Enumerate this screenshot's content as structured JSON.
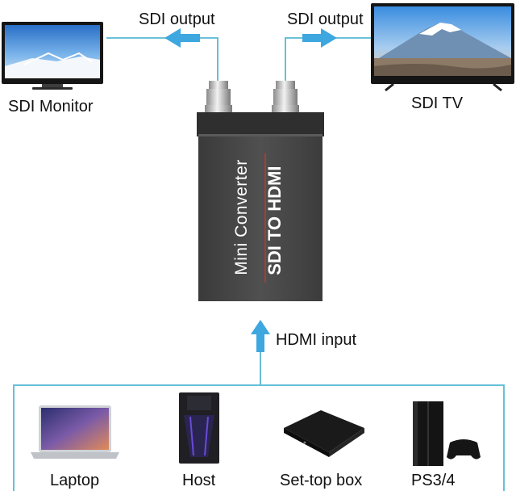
{
  "labels": {
    "sdi_output_left": "SDI output",
    "sdi_output_right": "SDI output",
    "sdi_monitor": "SDI Monitor",
    "sdi_tv": "SDI TV",
    "hdmi_input": "HDMI input"
  },
  "converter": {
    "line1": "Mini Converter",
    "line2": "SDI TO HDMI"
  },
  "sources": [
    {
      "label": "Laptop"
    },
    {
      "label": "Host"
    },
    {
      "label": "Set-top box"
    },
    {
      "label": "PS3/4"
    }
  ],
  "colors": {
    "line": "#56b9d4",
    "arrow": "#3ea7df",
    "device_body": "#474747",
    "accent_red": "#c0392b"
  }
}
